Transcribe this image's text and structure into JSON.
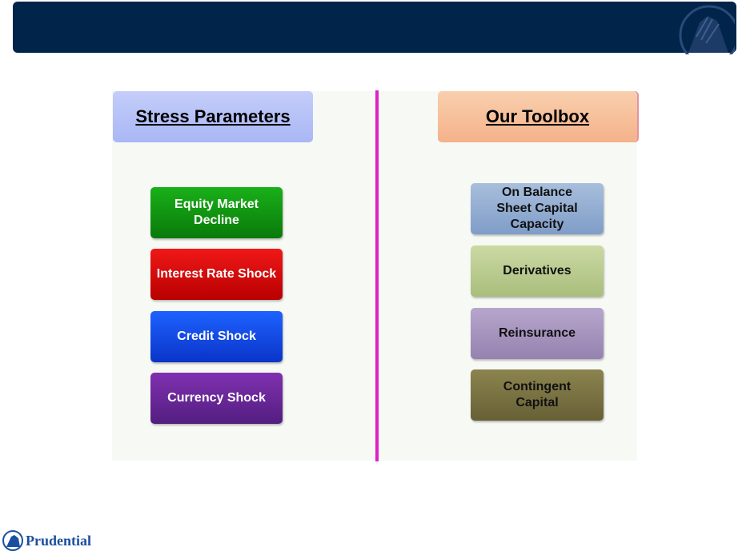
{
  "left_header": "Stress Parameters",
  "right_header": "Our Toolbox",
  "stress_parameters": [
    "Equity Market Decline",
    "Interest Rate Shock",
    "Credit Shock",
    "Currency Shock"
  ],
  "toolbox": [
    "On Balance Sheet Capital Capacity",
    "Derivatives",
    "Reinsurance",
    "Contingent Capital"
  ],
  "logo": {
    "text": "Prudential",
    "icon": "rock-icon"
  },
  "colors": {
    "banner": "#00244a",
    "divider": "#e020c8",
    "equity": "#0e8f0e",
    "interest": "#d80000",
    "credit": "#1048e8",
    "currency": "#6a2898"
  }
}
